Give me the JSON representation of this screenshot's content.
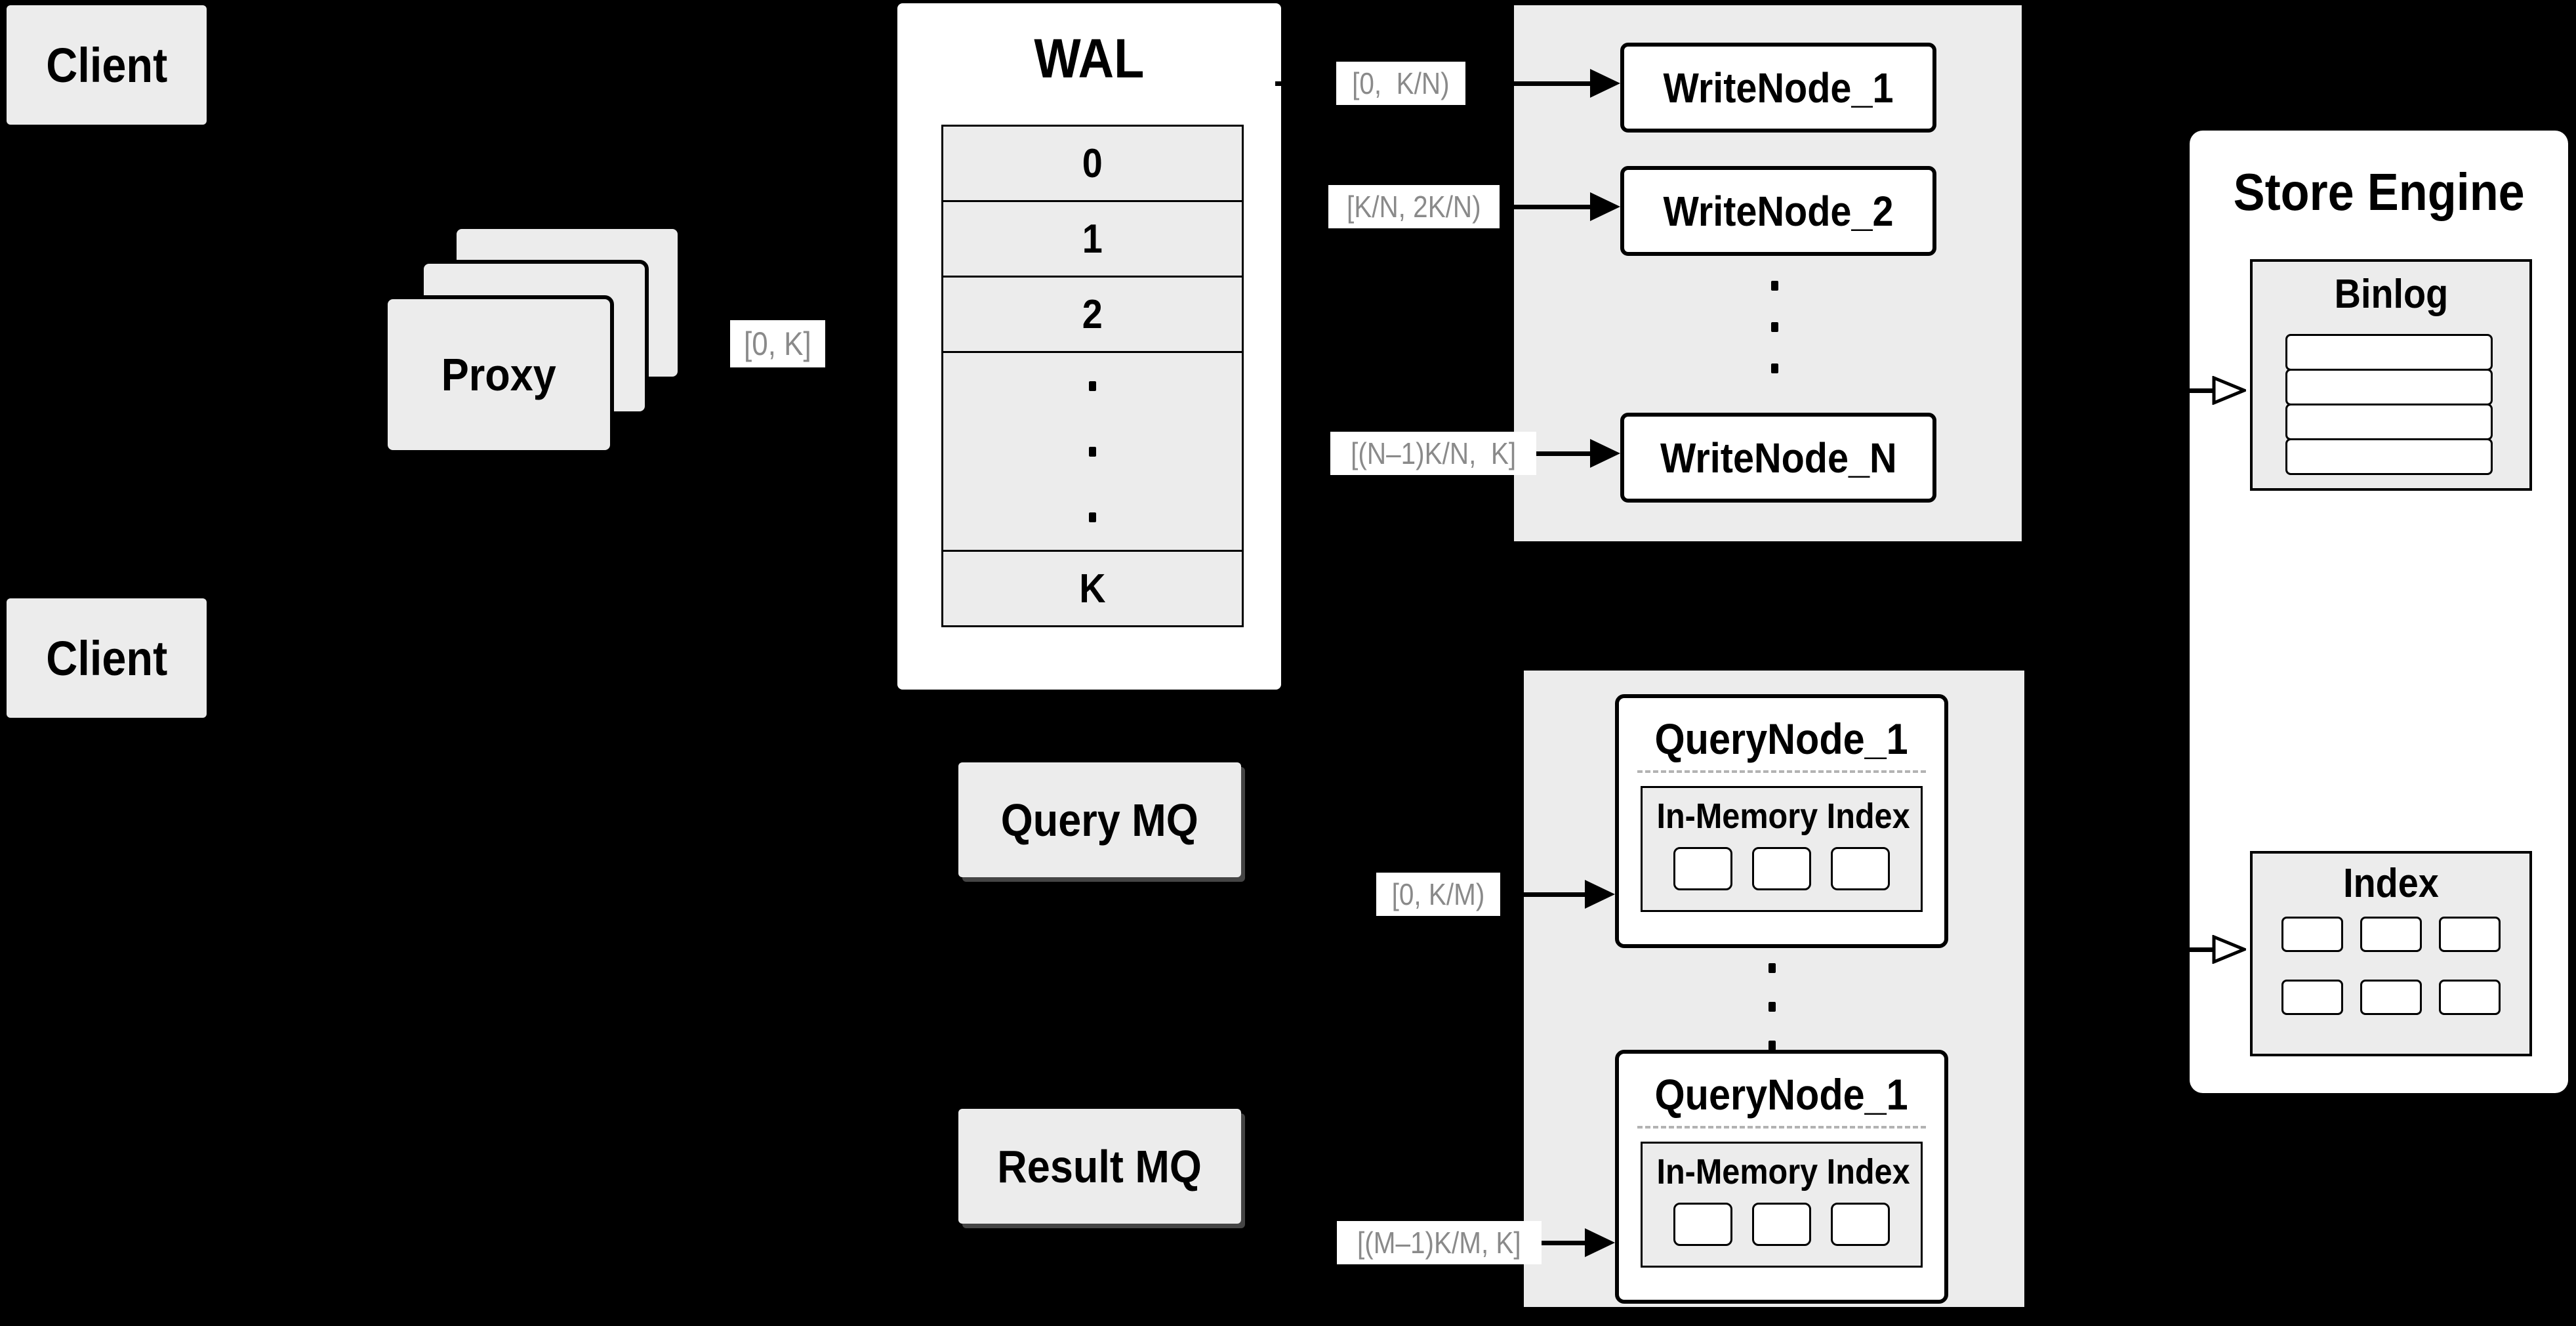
{
  "clients": {
    "top": "Client",
    "bottom": "Client"
  },
  "proxy": {
    "label": "Proxy"
  },
  "wal": {
    "title": "WAL",
    "rows": [
      "0",
      "1",
      "2"
    ],
    "last_row": "K"
  },
  "mq": {
    "query": "Query MQ",
    "result": "Result MQ"
  },
  "write_nodes": {
    "node_1": "WriteNode_1",
    "node_2": "WriteNode_2",
    "node_n": "WriteNode_N"
  },
  "query_nodes": {
    "node_top": {
      "title": "QueryNode_1",
      "inner_title": "In-Memory Index"
    },
    "node_bottom": {
      "title": "QueryNode_1",
      "inner_title": "In-Memory Index"
    }
  },
  "store_engine": {
    "title": "Store Engine",
    "binlog_title": "Binlog",
    "index_title": "Index"
  },
  "range_labels": {
    "proxy_out": "[0, K]",
    "write_1": "[0,  K/N)",
    "write_2": "[K/N, 2K/N)",
    "write_n": "[(N–1)K/N,  K]",
    "query_top": "[0, K/M)",
    "query_bottom": "[(M–1)K/M, K]"
  },
  "colors": {
    "background": "#000000",
    "panel_gray": "#ececec",
    "box_white": "#ffffff",
    "ink": "#000000",
    "chip_text": "#8a8a8a"
  }
}
